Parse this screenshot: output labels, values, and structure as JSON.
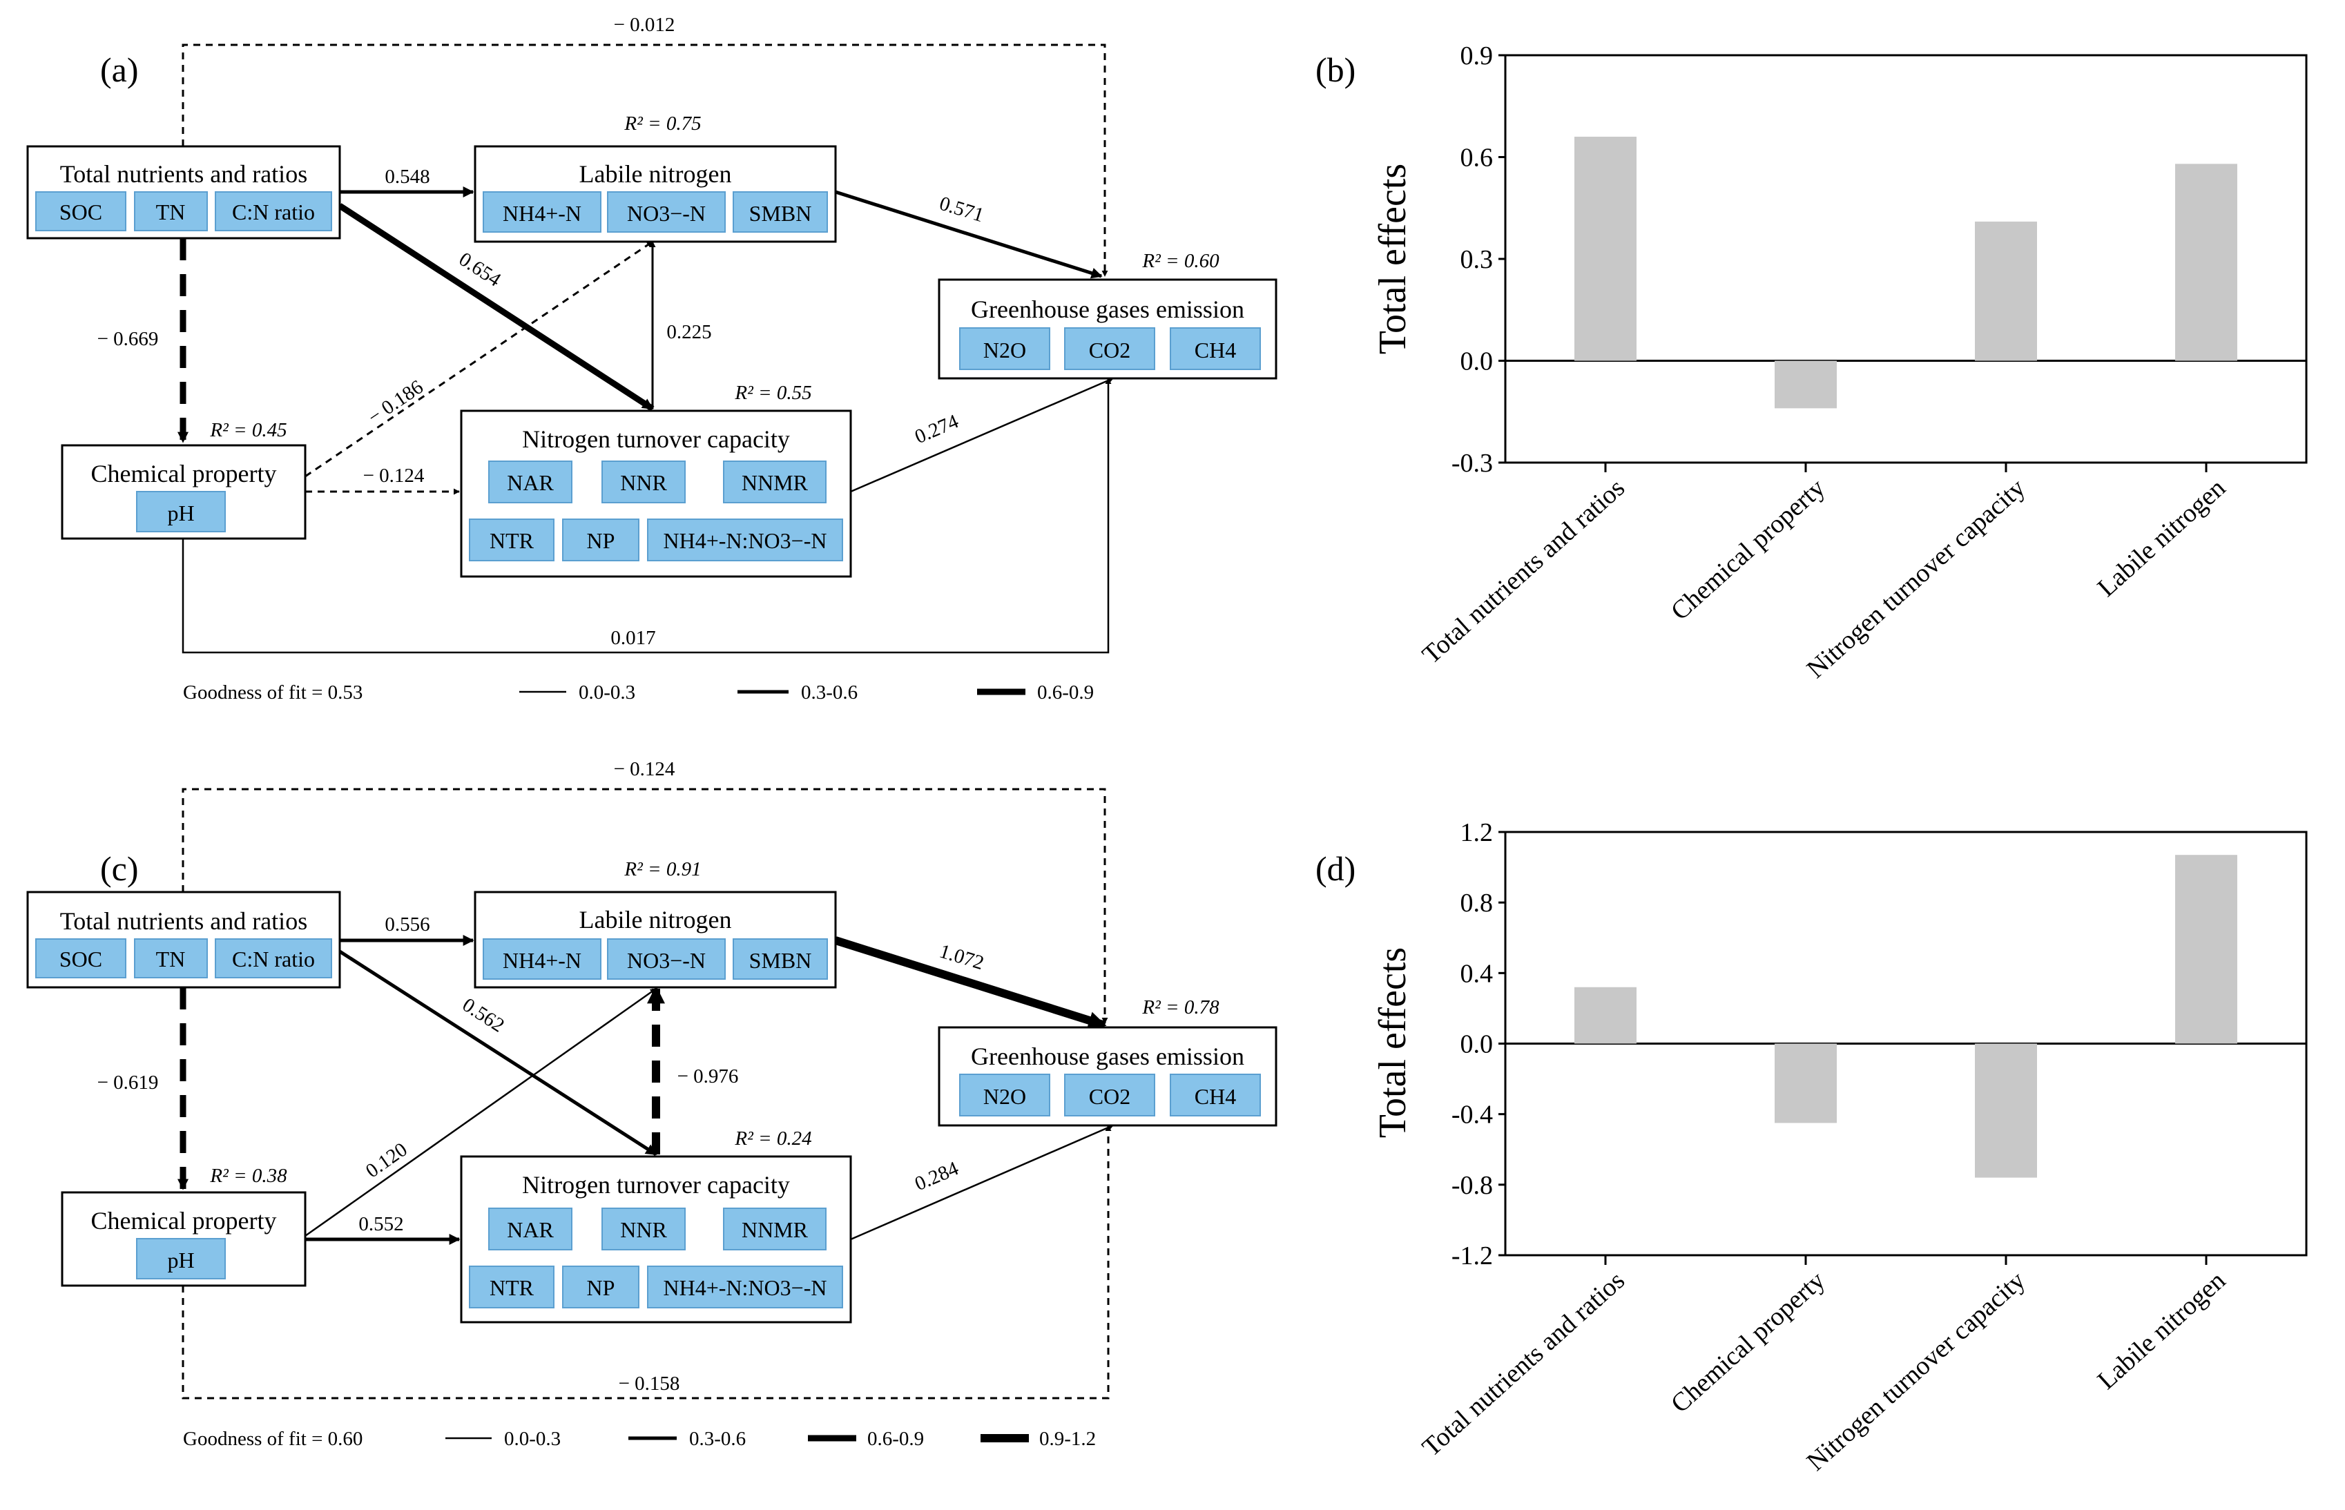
{
  "colors": {
    "chip": "#87c3ea",
    "chip_border": "#5b9fd0",
    "bar": "#c8c8c8",
    "line": "#000000"
  },
  "panel_a": {
    "label": "(a)",
    "boxes": {
      "total": {
        "title": "Total nutrients and ratios",
        "chips": [
          "SOC",
          "TN",
          "C:N ratio"
        ]
      },
      "labile": {
        "title": "Labile nitrogen",
        "chips": [
          "NH4+-N",
          "NO3−-N",
          "SMBN"
        ],
        "r2": "R² = 0.75"
      },
      "ghg": {
        "title": "Greenhouse gases emission",
        "chips": [
          "N2O",
          "CO2",
          "CH4"
        ],
        "r2": "R² = 0.60"
      },
      "chem": {
        "title": "Chemical property",
        "chips": [
          "pH"
        ],
        "r2": "R² = 0.45"
      },
      "ntc": {
        "title": "Nitrogen turnover capacity",
        "chips": [
          "NAR",
          "NNR",
          "NNMR",
          "NTR",
          "NP",
          "NH4+-N:NO3−-N"
        ],
        "r2": "R² = 0.55"
      }
    },
    "coefficients": {
      "top_loop": "− 0.012",
      "total_labile": "0.548",
      "total_ntc": "0.654",
      "total_chem": "− 0.669",
      "labile_ghg": "0.571",
      "ntc_labile": "0.225",
      "chem_labile": "− 0.186",
      "chem_ntc": "− 0.124",
      "ntc_ghg": "0.274",
      "chem_ghg": "0.017"
    },
    "legend": {
      "gof": "Goodness of fit = 0.53",
      "items": [
        "0.0-0.3",
        "0.3-0.6",
        "0.6-0.9"
      ]
    }
  },
  "panel_c": {
    "label": "(c)",
    "boxes": {
      "total": {
        "title": "Total nutrients and ratios",
        "chips": [
          "SOC",
          "TN",
          "C:N ratio"
        ]
      },
      "labile": {
        "title": "Labile nitrogen",
        "chips": [
          "NH4+-N",
          "NO3−-N",
          "SMBN"
        ],
        "r2": "R² = 0.91"
      },
      "ghg": {
        "title": "Greenhouse gases emission",
        "chips": [
          "N2O",
          "CO2",
          "CH4"
        ],
        "r2": "R² = 0.78"
      },
      "chem": {
        "title": "Chemical property",
        "chips": [
          "pH"
        ],
        "r2": "R² = 0.38"
      },
      "ntc": {
        "title": "Nitrogen turnover capacity",
        "chips": [
          "NAR",
          "NNR",
          "NNMR",
          "NTR",
          "NP",
          "NH4+-N:NO3−-N"
        ],
        "r2": "R² = 0.24"
      }
    },
    "coefficients": {
      "top_loop": "− 0.124",
      "total_labile": "0.556",
      "total_ntc": "0.562",
      "total_chem": "− 0.619",
      "labile_ghg": "1.072",
      "ntc_labile": "− 0.976",
      "chem_labile": "0.120",
      "chem_ntc": "0.552",
      "ntc_ghg": "0.284",
      "bottom_loop": "− 0.158"
    },
    "legend": {
      "gof": "Goodness of fit = 0.60",
      "items": [
        "0.0-0.3",
        "0.3-0.6",
        "0.6-0.9",
        "0.9-1.2"
      ]
    }
  },
  "chart_data": [
    {
      "type": "bar",
      "panel": "(b)",
      "ylabel": "Total effects",
      "categories": [
        "Total nutrients and ratios",
        "Chemical property",
        "Nitrogen turnover capacity",
        "Labile nitrogen"
      ],
      "values": [
        0.66,
        -0.14,
        0.41,
        0.58
      ],
      "ylim": [
        -0.3,
        0.9
      ],
      "yticks": [
        "0.9",
        "0.6",
        "0.3",
        "0.0",
        "-0.3"
      ]
    },
    {
      "type": "bar",
      "panel": "(d)",
      "ylabel": "Total effects",
      "categories": [
        "Total nutrients and ratios",
        "Chemical property",
        "Nitrogen turnover capacity",
        "Labile nitrogen"
      ],
      "values": [
        0.32,
        -0.45,
        -0.76,
        1.07
      ],
      "ylim": [
        -1.2,
        1.2
      ],
      "yticks": [
        "1.2",
        "0.8",
        "0.4",
        "0.0",
        "-0.4",
        "-0.8",
        "-1.2"
      ]
    }
  ]
}
